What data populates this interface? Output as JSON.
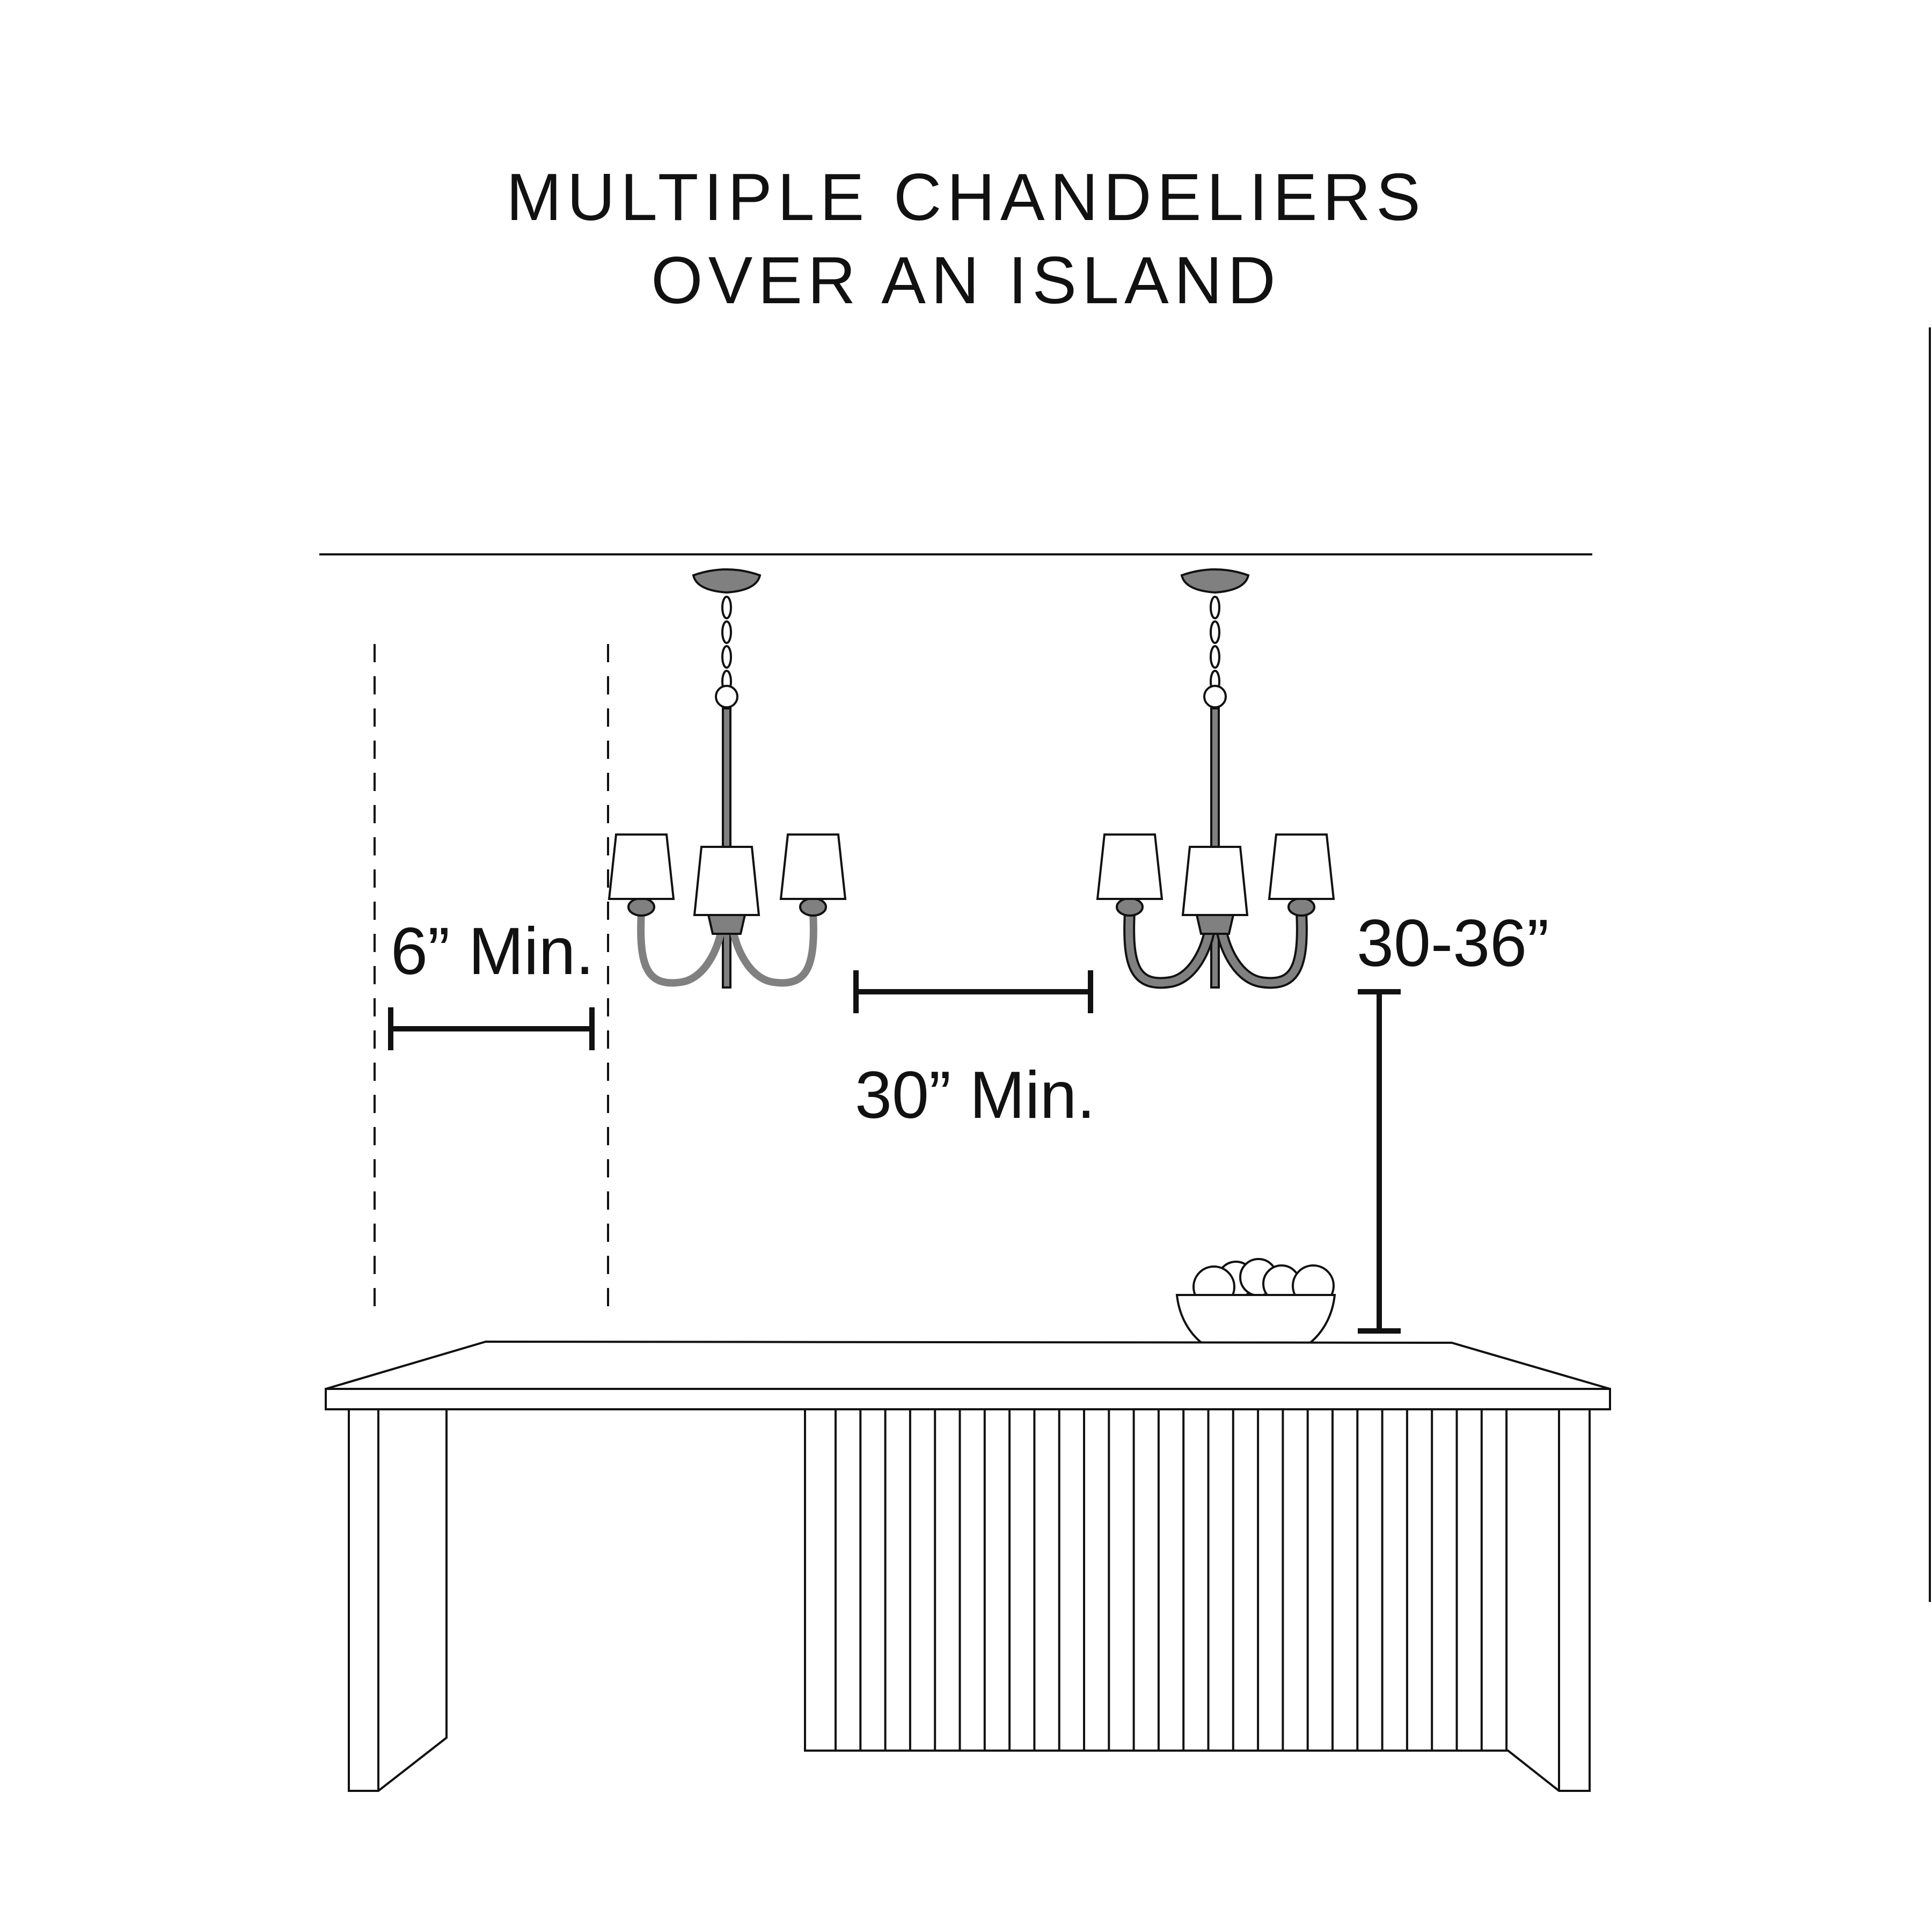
{
  "title": {
    "line1": "MULTIPLE CHANDELIERS",
    "line2": "OVER AN ISLAND"
  },
  "dimensions": {
    "edge_clearance": "6” Min.",
    "spacing": "30” Min.",
    "height_above_island": "30-36”"
  },
  "colors": {
    "ink": "#111111",
    "fixture_metal": "#808080",
    "background": "#ffffff"
  }
}
